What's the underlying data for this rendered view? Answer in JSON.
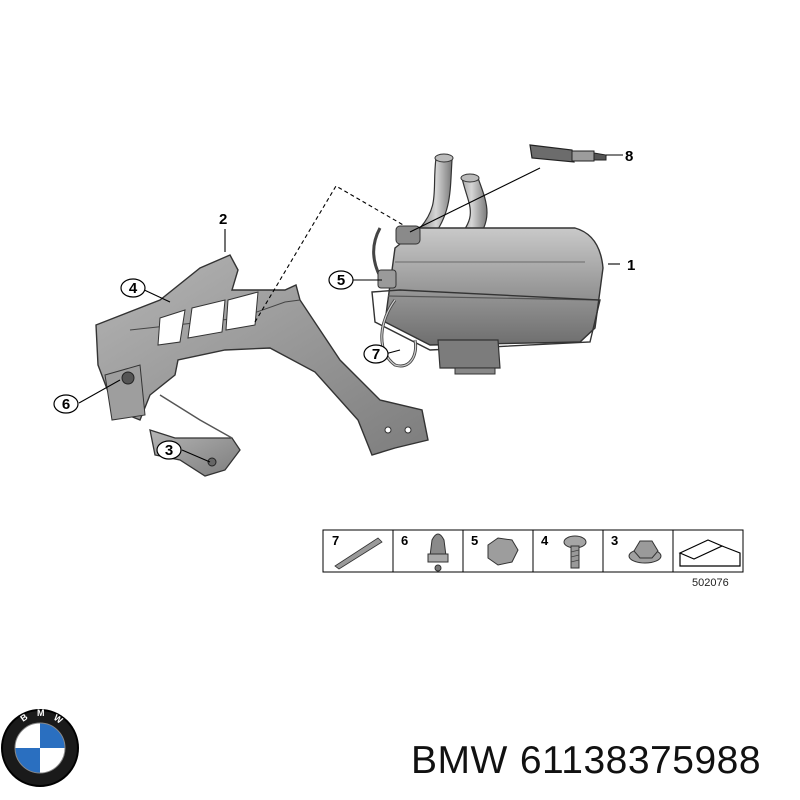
{
  "diagram": {
    "callouts": {
      "c1": "1",
      "c2": "2",
      "c3": "3",
      "c4": "4",
      "c5": "5",
      "c6": "6",
      "c7": "7",
      "c8": "8"
    },
    "legend": {
      "items": [
        "7",
        "6",
        "5",
        "4",
        "3"
      ],
      "diagram_code": "502076"
    }
  },
  "brand": {
    "name": "BMW",
    "part_number": "61138375988",
    "logo_letters": "BMW",
    "logo_colors": {
      "ring": "#1a1a1a",
      "blue": "#2a6fc0",
      "white": "#ffffff"
    }
  }
}
